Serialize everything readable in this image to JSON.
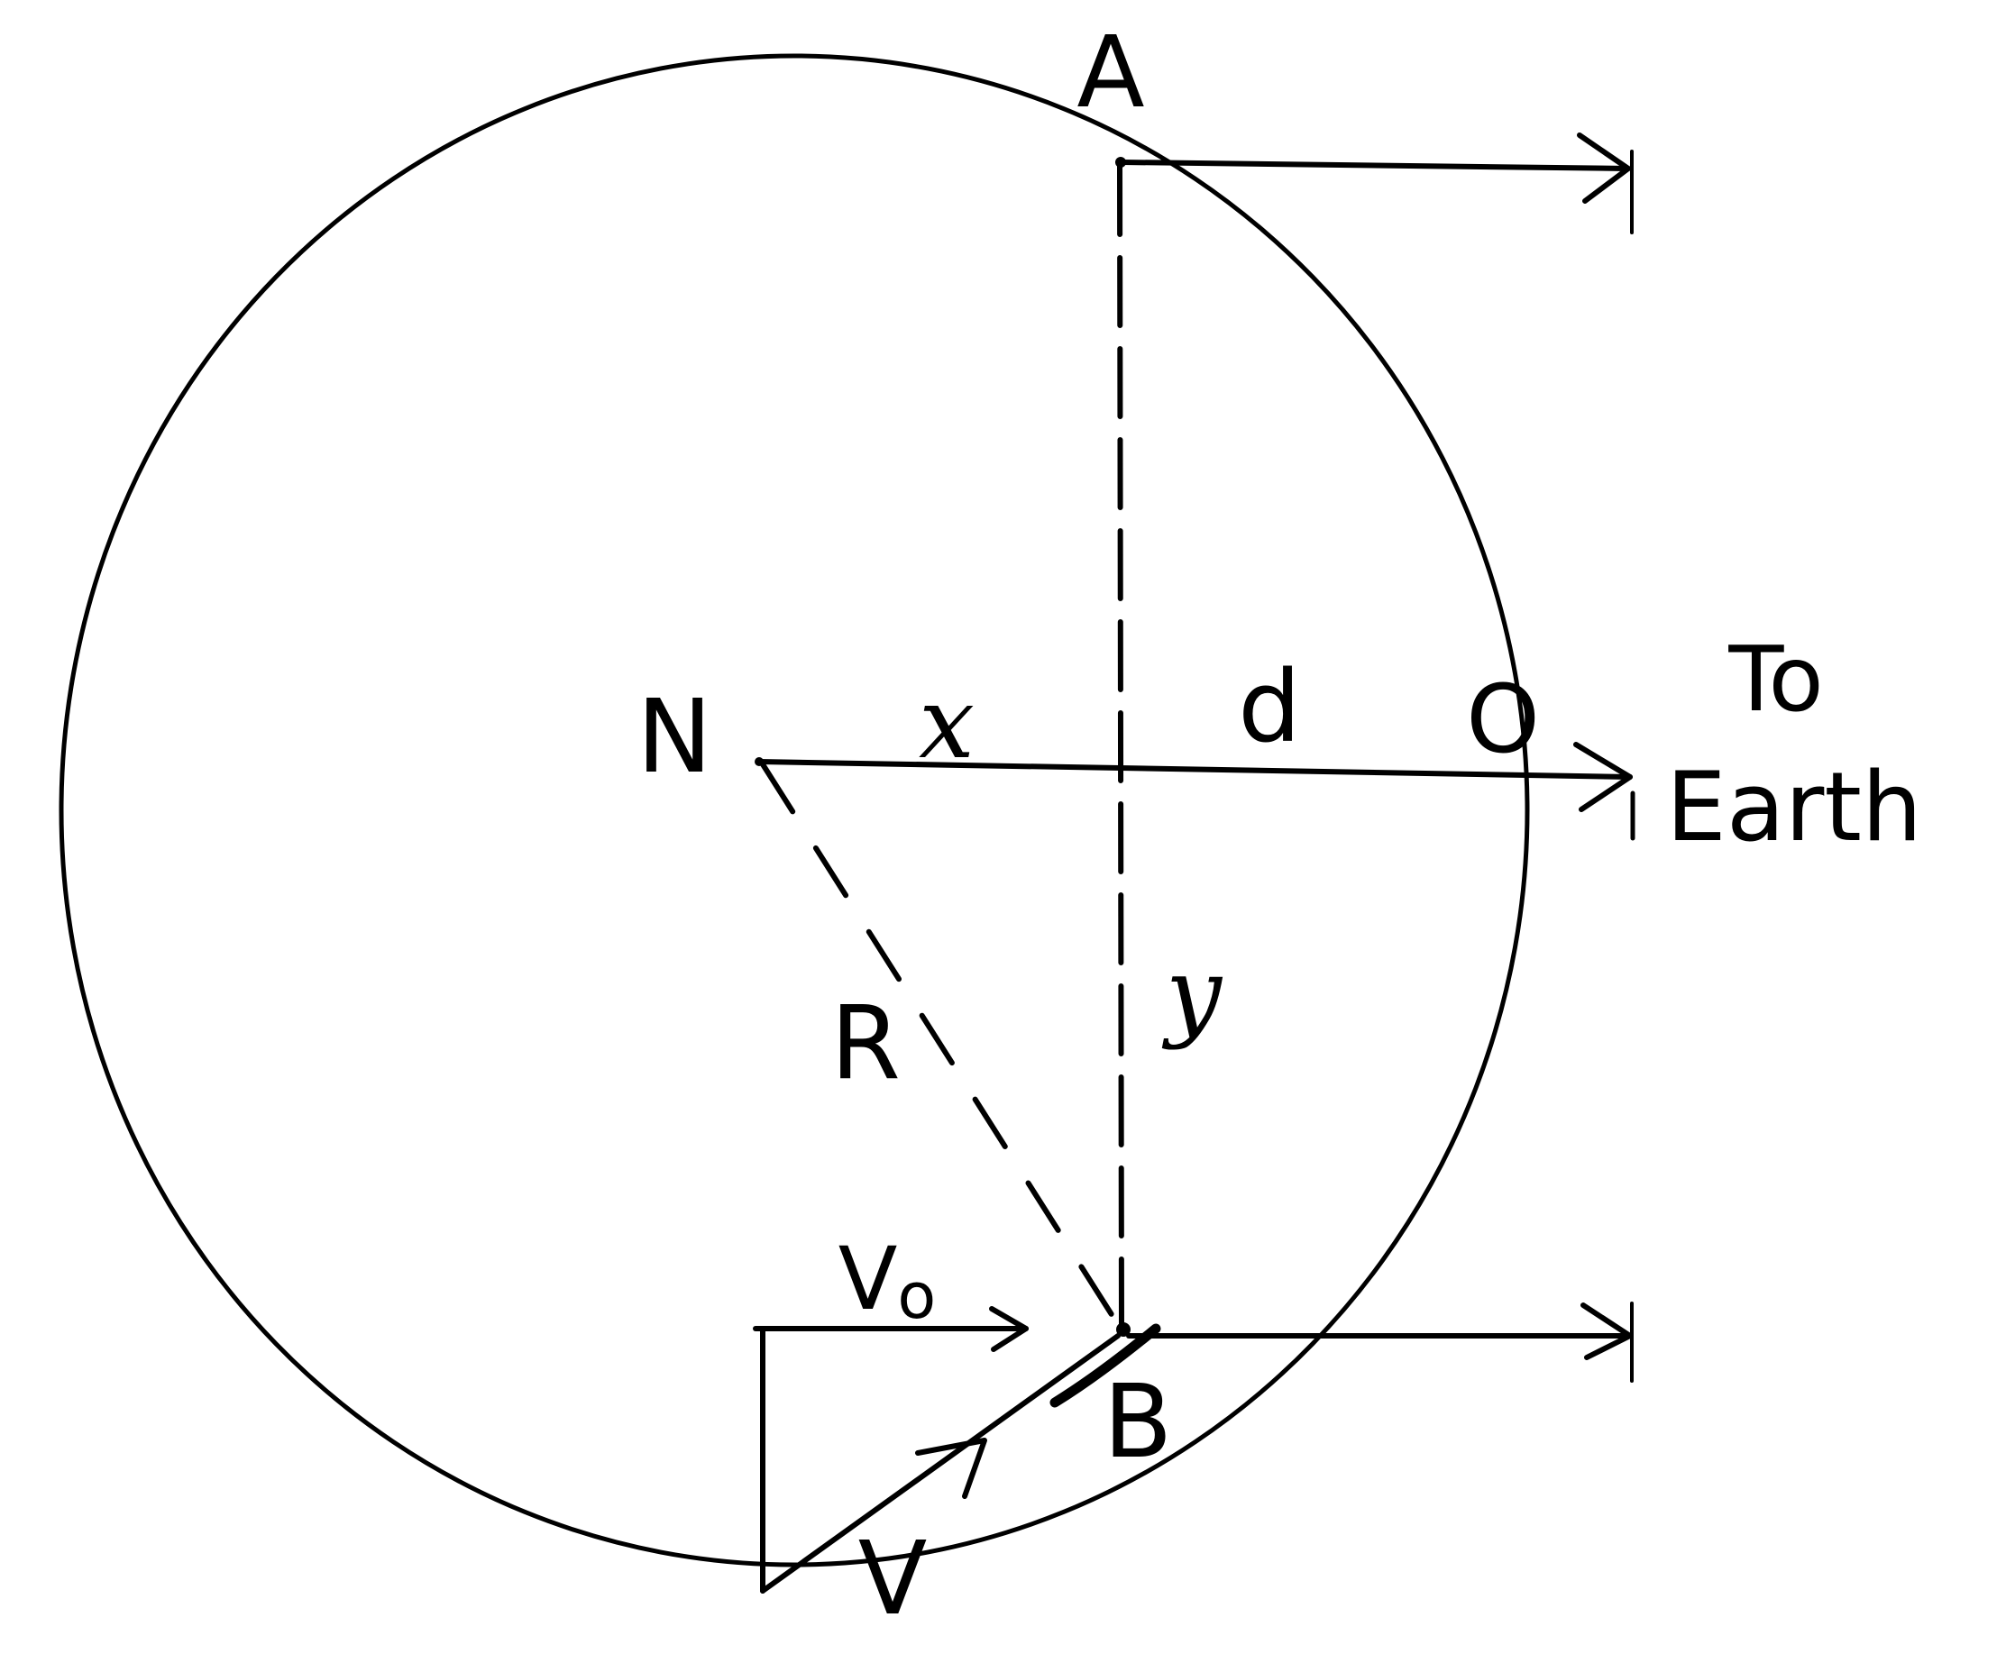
{
  "labels": {
    "point_a": "A",
    "point_n": "N",
    "point_o": "O",
    "point_b": "B",
    "seg_x": "x",
    "seg_d": "d",
    "seg_y": "y",
    "radius_r": "R",
    "velocity_v0": "V",
    "velocity_v0_sub": "o",
    "velocity_v": "V",
    "to_earth_line1": "To",
    "to_earth_line2": "Earth"
  },
  "colors": {
    "ink": "#000000",
    "background": "#ffffff"
  }
}
